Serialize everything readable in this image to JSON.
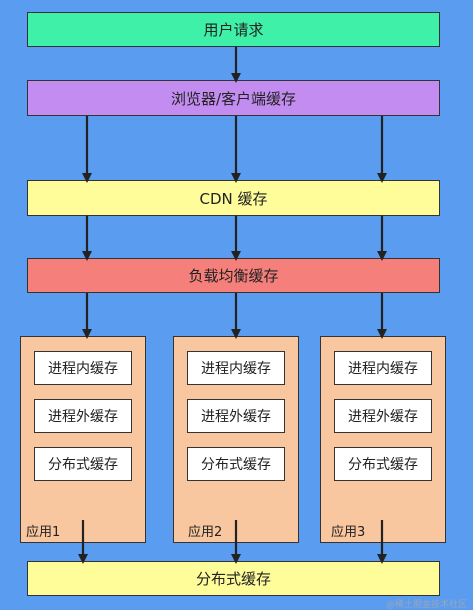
{
  "layers": {
    "user_request": "用户请求",
    "browser_cache": "浏览器/客户端缓存",
    "cdn_cache": "CDN 缓存",
    "lb_cache": "负载均衡缓存",
    "distributed_cache": "分布式缓存"
  },
  "apps": [
    {
      "name": "应用1",
      "caches": [
        "进程内缓存",
        "进程外缓存",
        "分布式缓存"
      ]
    },
    {
      "name": "应用2",
      "caches": [
        "进程内缓存",
        "进程外缓存",
        "分布式缓存"
      ]
    },
    {
      "name": "应用3",
      "caches": [
        "进程内缓存",
        "进程外缓存",
        "分布式缓存"
      ]
    }
  ],
  "watermark": "@稀土掘金技术社区",
  "colors": {
    "background": "#5a9cf0",
    "user_request": "#3ff0a8",
    "browser_cache": "#c28cf0",
    "cdn_cache": "#fffd99",
    "lb_cache": "#f57f7b",
    "app_box": "#f9c79f",
    "distributed_cache": "#fffd99"
  }
}
